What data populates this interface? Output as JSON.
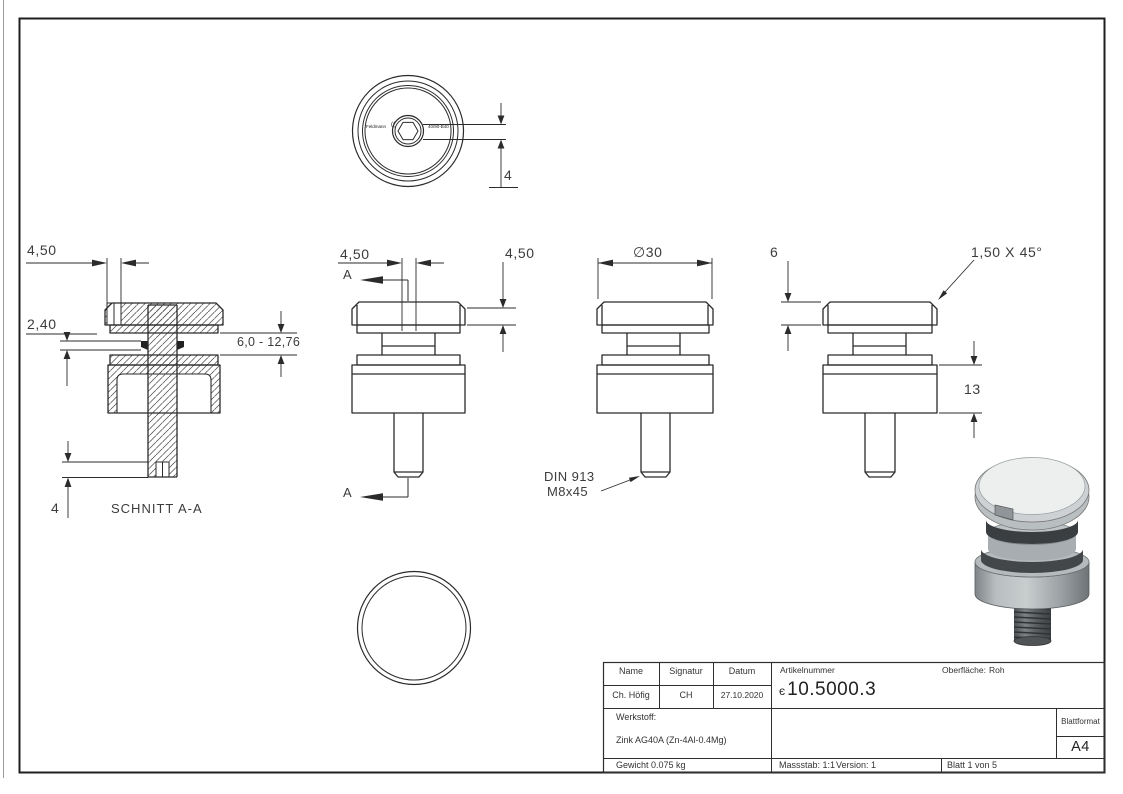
{
  "drawing": {
    "top_view": {
      "dim_socket": "4",
      "marking_left": "Feldmann",
      "marking_mold": "((",
      "marking_right": "40/90-B40"
    },
    "section_view": {
      "label": "SCHNITT A-A",
      "dim_slot_width": "4,50",
      "dim_gasket": "2,40",
      "dim_glass_range": "6,0 - 12,76",
      "dim_bottom": "4"
    },
    "front_view": {
      "section_letter_top": "A",
      "section_letter_bottom": "A",
      "dim_slot_width": "4,50",
      "dim_cap": "4,50"
    },
    "diameter_view": {
      "dim_diameter": "∅30",
      "thread_note_line1": "DIN 913",
      "thread_note_line2": "M8x45"
    },
    "side_view": {
      "dim_cap_height": "6",
      "dim_chamfer": "1,50 X 45°",
      "dim_lower_height": "13"
    }
  },
  "title_block": {
    "name_label": "Name",
    "signature_label": "Signatur",
    "date_label": "Datum",
    "name": "Ch. Höfig",
    "signature": "CH",
    "date": "27.10.2020",
    "article_label": "Artikelnummer",
    "article_prefix": "є",
    "article_number": "10.5000.3",
    "surface_label": "Oberfläche:",
    "surface_value": "Roh",
    "material_label": "Werkstoff:",
    "material_value": "Zink AG40A (Zn-4Al-0.4Mg)",
    "weight": "Gewicht 0.075 kg",
    "scale": "Massstab: 1:1",
    "version": "Version: 1",
    "sheet": "Blatt 1 von 5",
    "format_label": "Blattformat",
    "format_value": "A4"
  },
  "colors": {
    "edge_line": "#2b2b2b",
    "dim_line": "#2b2b2b",
    "frame": "#1f1f1f",
    "render_cap": "#edefef",
    "render_body": "#9ba1a4"
  }
}
